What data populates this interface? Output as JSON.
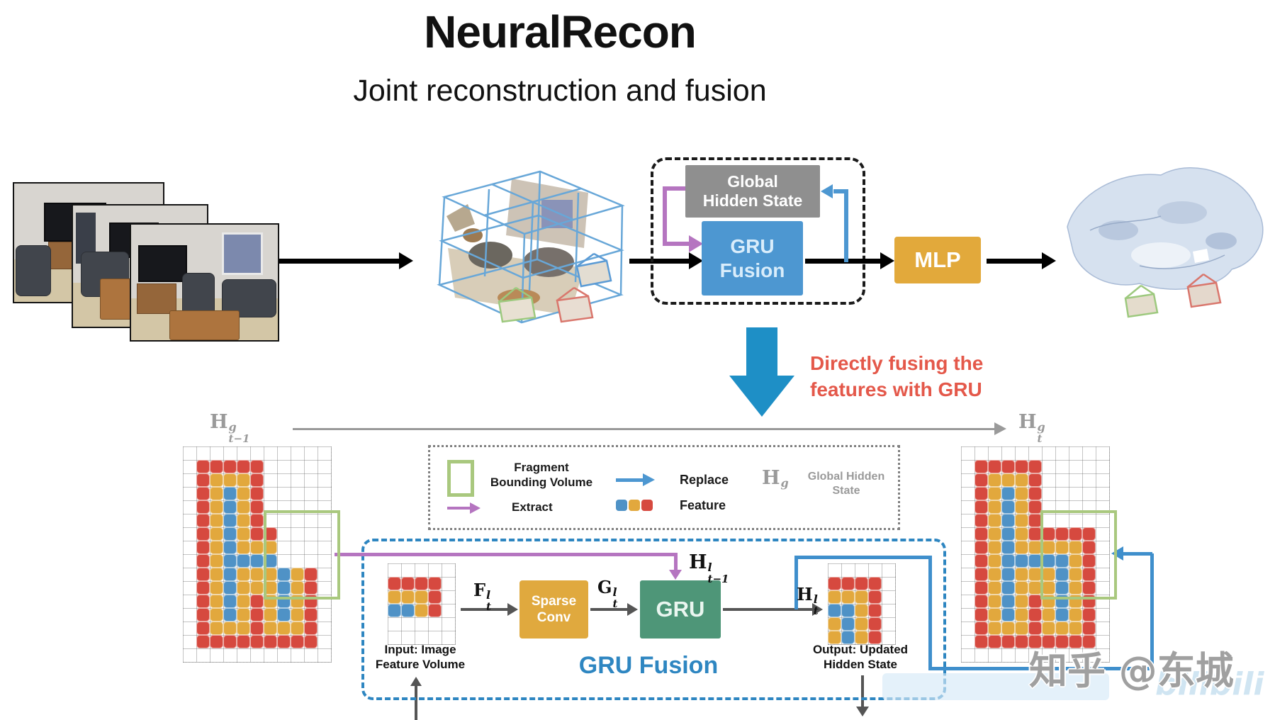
{
  "title": "NeuralRecon",
  "subtitle": "Joint reconstruction and fusion",
  "caption": {
    "line1": "Directly fusing the",
    "line2": "features with GRU"
  },
  "pipeline": {
    "global_hidden_state": {
      "line1": "Global",
      "line2": "Hidden State"
    },
    "gru_fusion": {
      "line1": "GRU",
      "line2": "Fusion"
    },
    "mlp_label": "MLP"
  },
  "legend": {
    "fragment": {
      "line1": "Fragment",
      "line2": "Bounding Volume"
    },
    "extract_label": "Extract",
    "replace_label": "Replace",
    "feature_label": "Feature",
    "global_hidden": {
      "line1": "Global Hidden",
      "line2": "State"
    }
  },
  "gru_detail": {
    "sparse_conv": {
      "line1": "Sparse",
      "line2": "Conv"
    },
    "gru_label": "GRU",
    "title": "GRU Fusion",
    "input_label": {
      "line1": "Input: Image",
      "line2": "Feature Volume"
    },
    "output_label": {
      "line1": "Output: Updated",
      "line2": "Hidden State"
    }
  },
  "math": {
    "hg_prev": {
      "base": "H",
      "sup": "g",
      "sub": "t−1"
    },
    "hg_t": {
      "base": "H",
      "sup": "g",
      "sub": "t"
    },
    "hg_legend": {
      "base": "H",
      "sup": "g",
      "sub": ""
    },
    "hl_prev": {
      "base": "H",
      "sup": "l",
      "sub": "t−1"
    },
    "hl_t": {
      "base": "H",
      "sup": "l",
      "sub": "t"
    },
    "f_t": {
      "base": "F",
      "sup": "l",
      "sub": "t"
    },
    "g_t": {
      "base": "G",
      "sup": "l",
      "sub": "t"
    }
  },
  "colors": {
    "feature_red": "#d6493f",
    "feature_yellow": "#e2a83d",
    "feature_blue": "#4f92c6",
    "fragment_green": "#a9c87e",
    "accent_blue": "#2e86c1",
    "extract_purple": "#b575c0",
    "mlp_orange": "#e2a93b",
    "gru_green": "#4e9678",
    "hidden_state_gray": "#8f8f8f",
    "caption_red": "#e4584a"
  },
  "grids": {
    "left": [
      "...........",
      ".RRRRR.....",
      ".RYYYR.....",
      ".RYBYR.....",
      ".RYBYR.....",
      ".RYBYR.....",
      ".RYBYRR....",
      ".RYBYYY....",
      ".RYBBBB....",
      ".RYBYYYBYR.",
      ".RYBYYYBYR.",
      ".RYBYRYBYR.",
      ".RYBYRYBYR.",
      ".RYYYRYYYR.",
      ".RRRRRRRRR.",
      "..........."
    ],
    "right": [
      "...........",
      ".RRRRR.....",
      ".RYYYR.....",
      ".RYBYR.....",
      ".RYBYR.....",
      ".RYBYR.....",
      ".RYBYRRRRR.",
      ".RYBYYYYYR.",
      ".RYBBBBBYR.",
      ".RYBYYYBYR.",
      ".RYBYYYBYR.",
      ".RYBYRYBYR.",
      ".RYBYRYBYR.",
      ".RYYYRYYYR.",
      ".RRRRRRRRR.",
      "..........."
    ],
    "input": [
      ".....",
      "RRRR.",
      "YYYR.",
      "BBYR.",
      ".....",
      "....."
    ],
    "output": [
      ".....",
      "RRRR.",
      "YYYR.",
      "BBYR.",
      "YBYR.",
      "YBYR."
    ]
  },
  "watermark": {
    "text": "知乎 @东城",
    "ghost": "bilibili"
  }
}
